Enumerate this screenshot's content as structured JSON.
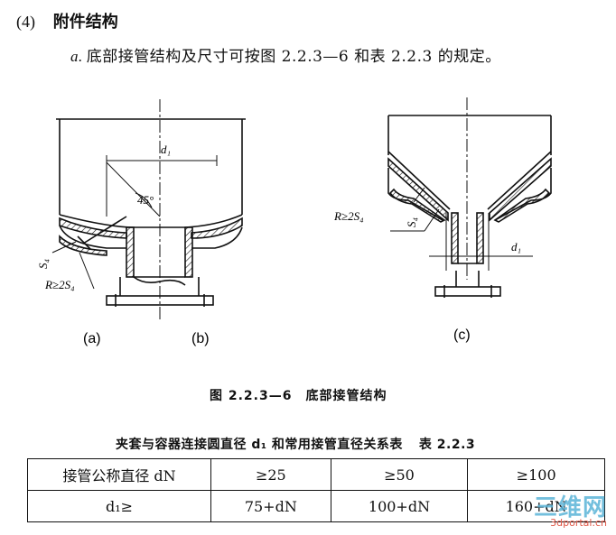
{
  "section": {
    "number": "(4)",
    "title": "附件结构"
  },
  "paragraph": {
    "label": "a.",
    "text": "底部接管结构及尺寸可按图 2.2.3—6 和表 2.2.3 的规定。"
  },
  "figure": {
    "labels": {
      "d1_left": "d₁",
      "angle": "45°",
      "s4_left": "S₄",
      "r_left": "R≥2S₄",
      "r_right": "R≥2S₄",
      "s4_right": "S₄",
      "d1_right": "d₁"
    },
    "sub_labels": {
      "a": "(a)",
      "b": "(b)",
      "c": "(c)"
    },
    "caption": "图 2.2.3—6　底部接管结构"
  },
  "table": {
    "caption": "夹套与容器连接圆直径 d₁ 和常用接管直径关系表",
    "number": "表 2.2.3",
    "rows": [
      {
        "head": "接管公称直径 dN",
        "cells": [
          "≥25",
          "≥50",
          "≥100"
        ]
      },
      {
        "head": "d₁≥",
        "cells": [
          "75+dN",
          "100+dN",
          "160+dN"
        ]
      }
    ]
  },
  "watermark": {
    "main": "三维网",
    "sub": "3dportal.cn"
  },
  "colors": {
    "ink": "#111111",
    "watermark_blue": "#5bb4d8",
    "watermark_red": "#e05a4a"
  }
}
